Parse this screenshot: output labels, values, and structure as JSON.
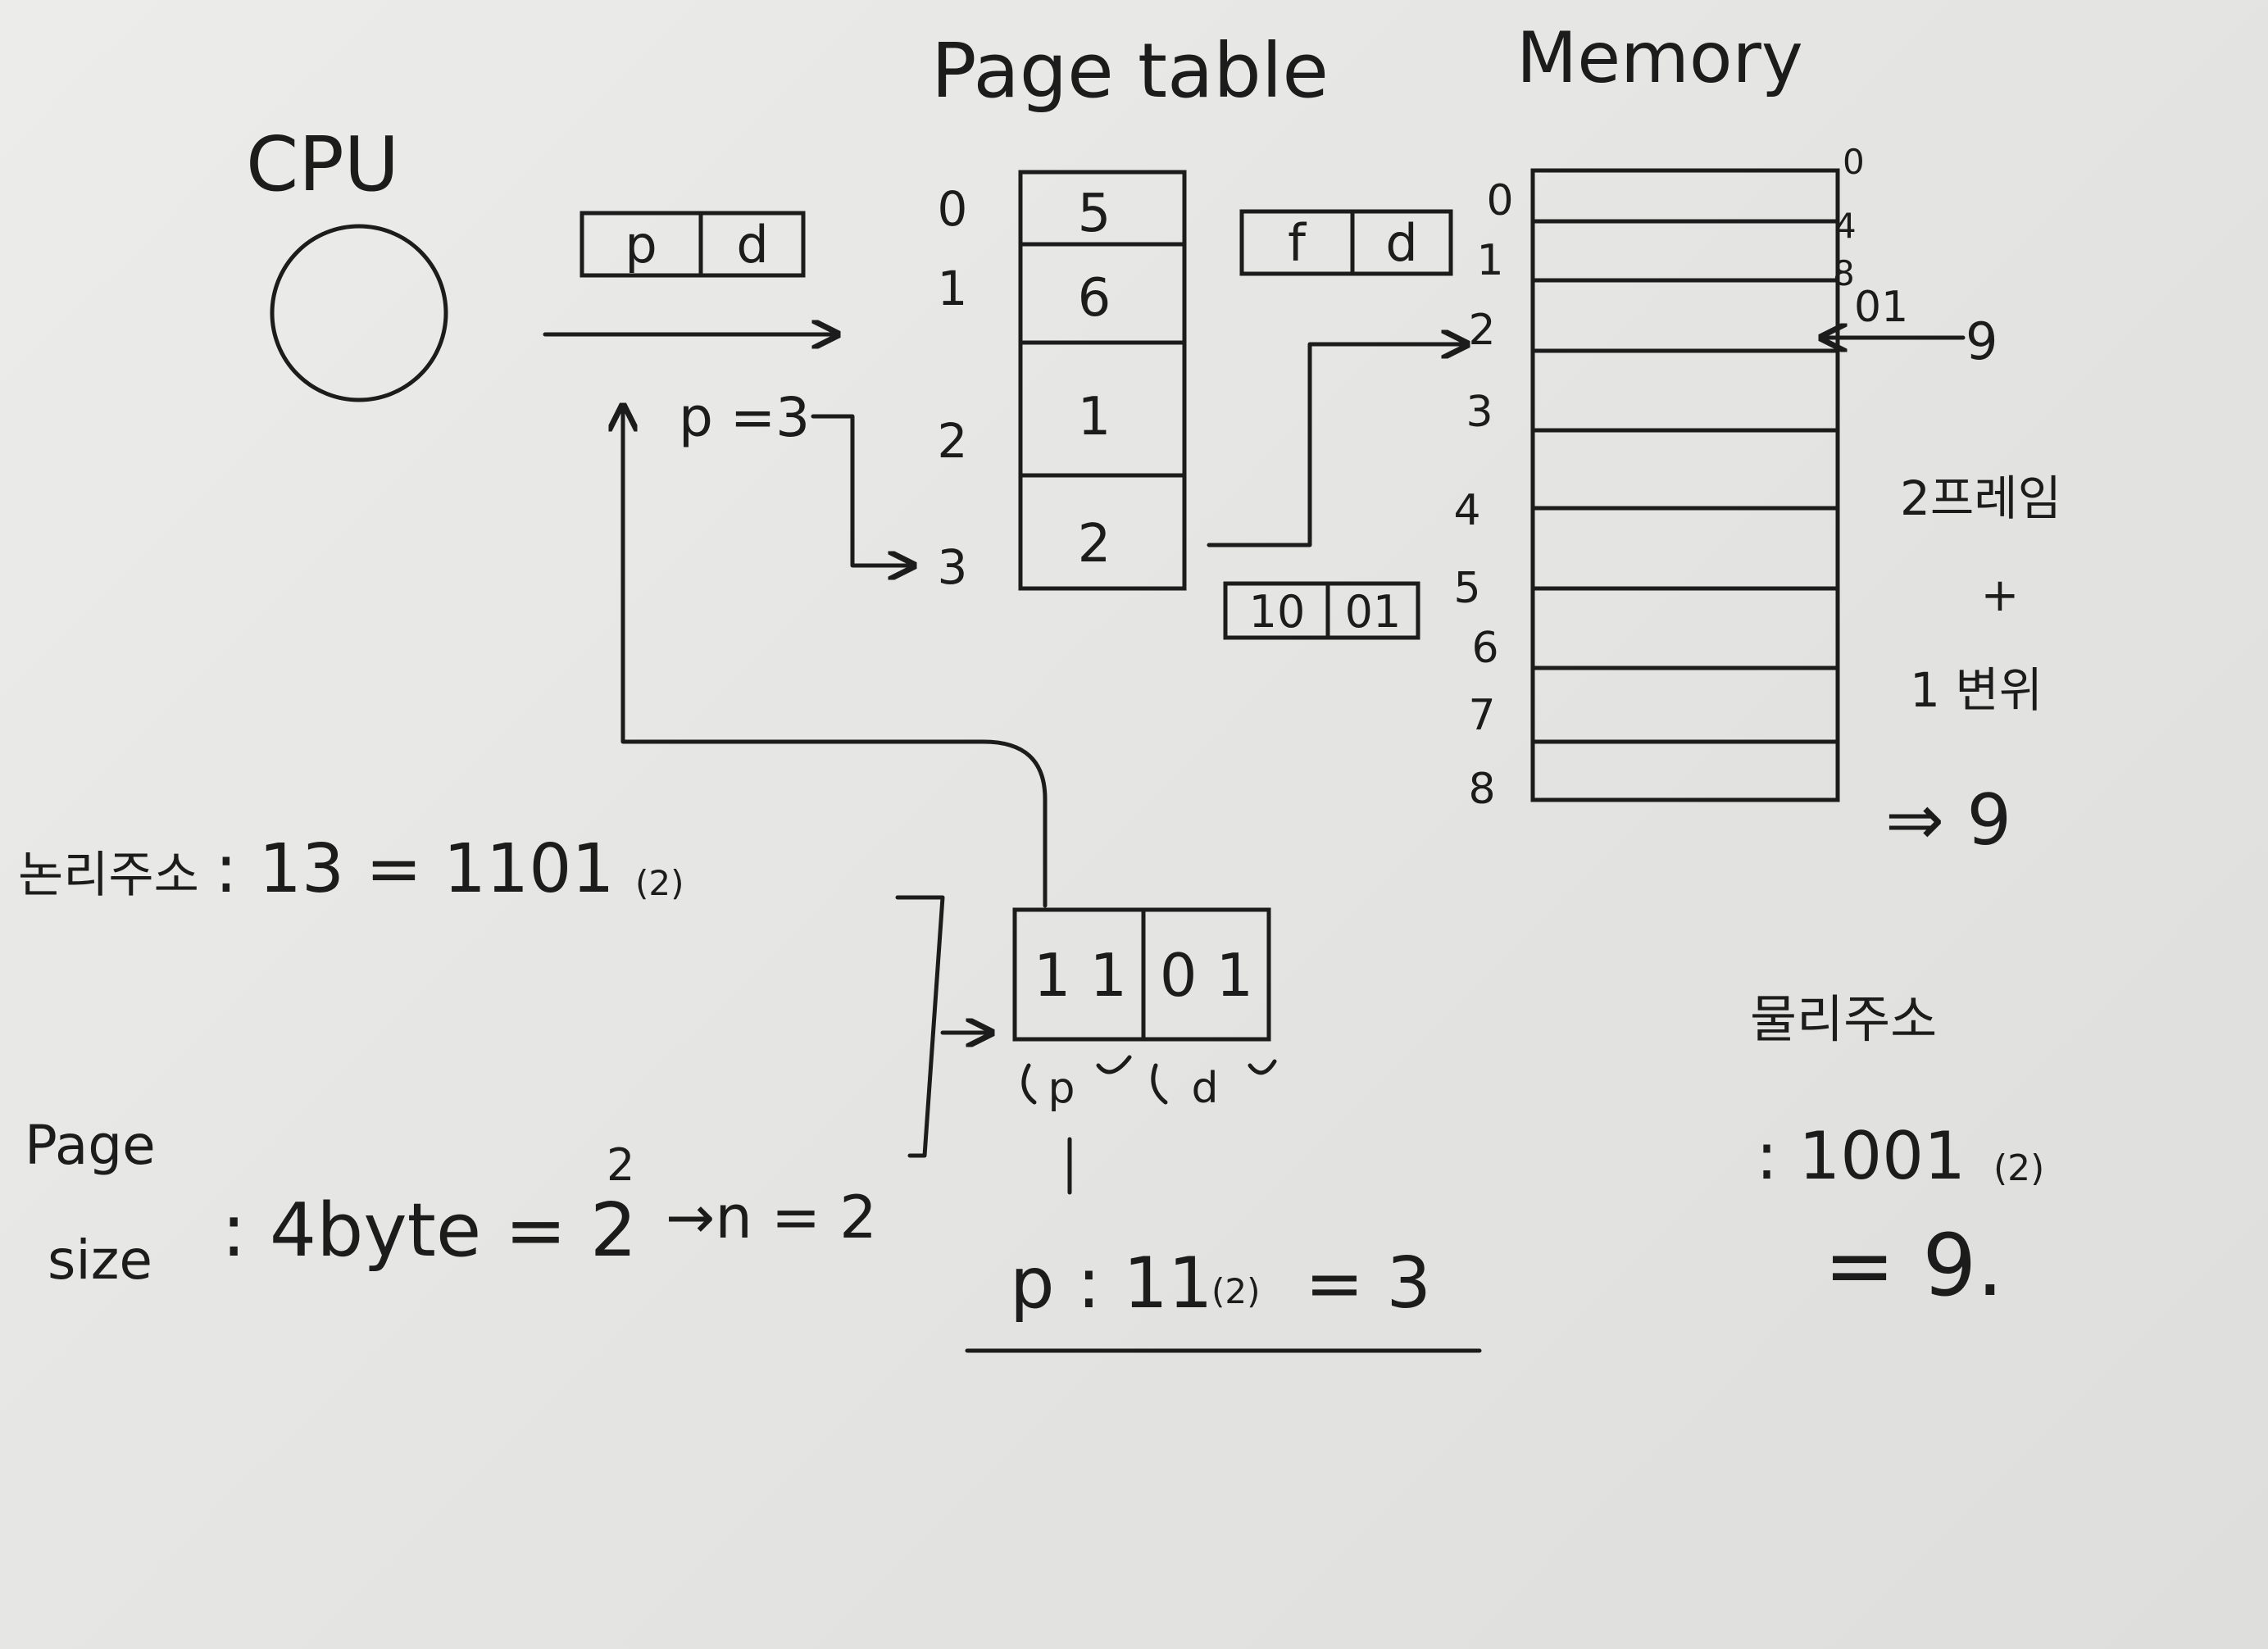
{
  "cpu": {
    "label": "CPU"
  },
  "logical_register": {
    "p": "p",
    "d": "d"
  },
  "p_note": "p =3",
  "page_table": {
    "title": "Page table",
    "rows": [
      {
        "index": "0",
        "frame": "5"
      },
      {
        "index": "1",
        "frame": "6"
      },
      {
        "index": "2",
        "frame": "1"
      },
      {
        "index": "3",
        "frame": "2"
      }
    ]
  },
  "physical_register": {
    "f": "f",
    "d": "d"
  },
  "physical_bits": {
    "frame": "10",
    "offset": "01"
  },
  "memory": {
    "title": "Memory",
    "frame_labels": [
      "0",
      "1",
      "2",
      "3",
      "4",
      "5",
      "6",
      "7",
      "8"
    ],
    "address_labels": [
      "0",
      "4",
      "8",
      "9"
    ],
    "address_label_01": "01"
  },
  "right_calc": {
    "frame_term": "2프레임",
    "plus": "+",
    "offset_term": "1 변위",
    "result": "⇒ 9"
  },
  "logical_address": {
    "label": "논리주소",
    "text": ": 13 = 1101",
    "base": "(2)",
    "bits_p": "1 1",
    "bits_d": "0 1",
    "label_p": "p",
    "label_d": "d"
  },
  "page_size": {
    "label_line1": "Page",
    "label_line2": "size",
    "text": ": 4byte = 2",
    "exponent": "2",
    "result": "→n = 2"
  },
  "p_calc": "p : 11",
  "p_calc_base": "(2)",
  "p_calc_result": "= 3",
  "physical_address": {
    "label": "물리주소",
    "value": ": 1001",
    "base": "(2)",
    "result": "= 9."
  }
}
